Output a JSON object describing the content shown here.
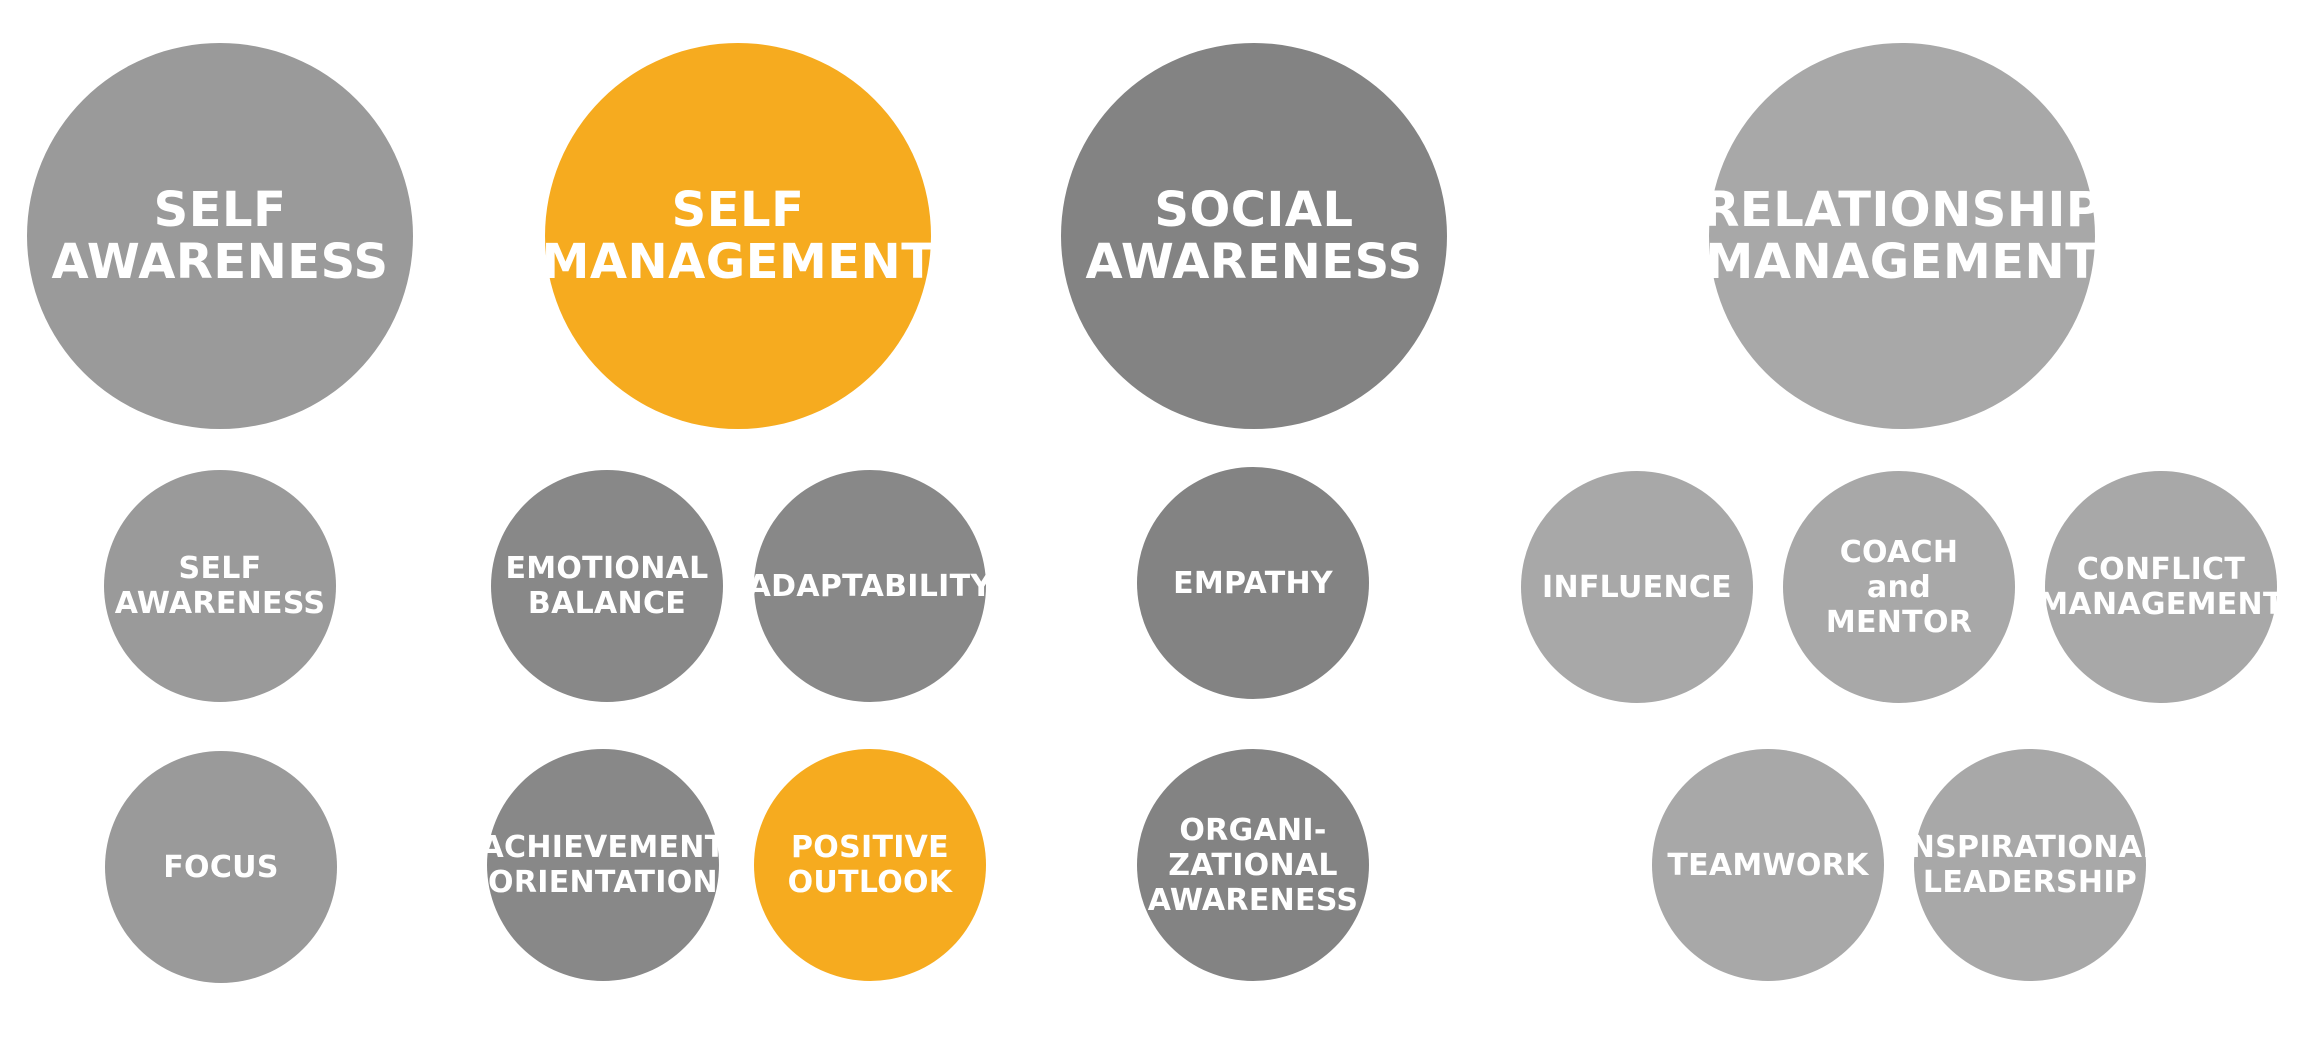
{
  "colors": {
    "self_awareness": "#9a9a9a",
    "self_management_accent": "#f6ab1f",
    "self_management_small": "#888888",
    "social_awareness": "#838383",
    "relationship_management": "#a8a8a8",
    "text": "#ffffff"
  },
  "domains": [
    {
      "label": "SELF\nAWARENESS",
      "color": "#9a9a9a"
    },
    {
      "label": "SELF\nMANAGEMENT",
      "color": "#f6ab1f"
    },
    {
      "label": "SOCIAL\nAWARENESS",
      "color": "#838383"
    },
    {
      "label": "RELATIONSHIP\nMANAGEMENT",
      "color": "#a8a8a8"
    }
  ],
  "self_awareness": [
    {
      "label": "SELF\nAWARENESS",
      "color": "#9a9a9a"
    },
    {
      "label": "FOCUS",
      "color": "#9a9a9a"
    }
  ],
  "self_management": [
    {
      "label": "EMOTIONAL\nBALANCE",
      "color": "#888888"
    },
    {
      "label": "ADAPTABILITY",
      "color": "#888888"
    },
    {
      "label": "ACHIEVEMENT\nORIENTATION",
      "color": "#888888"
    },
    {
      "label": "POSITIVE\nOUTLOOK",
      "color": "#f6ab1f"
    }
  ],
  "social_awareness": [
    {
      "label": "EMPATHY",
      "color": "#838383"
    },
    {
      "label": "ORGANI-\nZATIONAL\nAWARENESS",
      "color": "#838383"
    }
  ],
  "relationship_management": [
    {
      "label": "INFLUENCE",
      "color": "#a8a8a8"
    },
    {
      "label": "COACH\nand\nMENTOR",
      "color": "#a8a8a8"
    },
    {
      "label": "CONFLICT\nMANAGEMENT",
      "color": "#a8a8a8"
    },
    {
      "label": "TEAMWORK",
      "color": "#a8a8a8"
    },
    {
      "label": "INSPIRATIONAL\nLEADERSHIP",
      "color": "#a8a8a8"
    }
  ]
}
